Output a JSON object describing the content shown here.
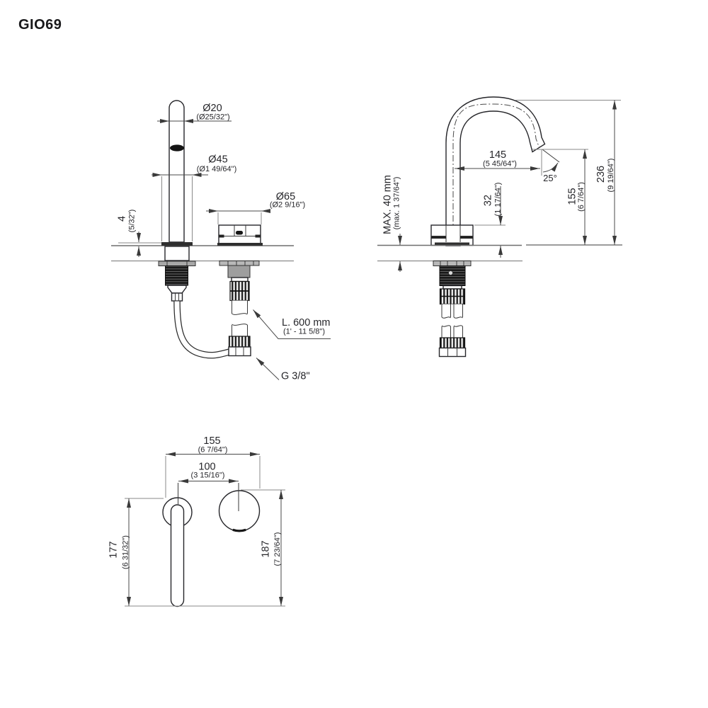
{
  "page_title": "GIO69",
  "views": {
    "front": {
      "dims": {
        "handle_diameter": {
          "mm": "Ø20",
          "inch": "(Ø25/32\")"
        },
        "handle_base_diameter": {
          "mm": "Ø45",
          "inch": "(Ø1 49/64\")"
        },
        "spout_base_diameter": {
          "mm": "Ø65",
          "inch": "(Ø2 9/16\")"
        },
        "base_plate_height": {
          "mm": "4",
          "inch": "(5/32\")"
        },
        "hose_length": {
          "label": "L. 600 mm",
          "inch": "(1' - 11 5/8\")"
        },
        "connection_thread": {
          "label": "G 3/8\""
        }
      }
    },
    "side": {
      "dims": {
        "spout_reach": {
          "mm": "145",
          "inch": "(5 45/64\")"
        },
        "outlet_angle": {
          "deg": "25°"
        },
        "total_height": {
          "mm": "236",
          "inch": "(9 19/64\")"
        },
        "outlet_height": {
          "mm": "155",
          "inch": "(6 7/64\")"
        },
        "base_height": {
          "mm": "32",
          "inch": "(1 17/64\")"
        },
        "max_deck_thickness": {
          "mm": "MAX. 40 mm",
          "inch": "(max. 1 37/64\")"
        }
      }
    },
    "plan": {
      "dims": {
        "overall_width": {
          "mm": "155",
          "inch": "(6 7/64\")"
        },
        "hole_spacing": {
          "mm": "100",
          "inch": "(3 15/16\")"
        },
        "handle_depth": {
          "mm": "177",
          "inch": "(6 31/32\")"
        },
        "spout_depth": {
          "mm": "187",
          "inch": "(7 23/64\")"
        }
      }
    }
  },
  "colors": {
    "line": "#2a2a2e",
    "secondary_line": "#8a8a8a",
    "background": "#ffffff"
  }
}
